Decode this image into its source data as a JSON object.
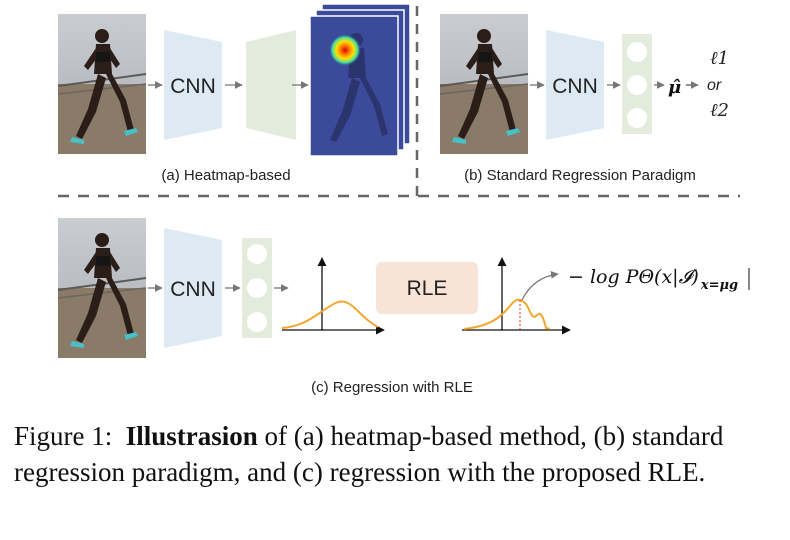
{
  "panel_a": {
    "cnn_label": "CNN",
    "caption": "(a) Heatmap-based"
  },
  "panel_b": {
    "cnn_label": "CNN",
    "caption": "(b) Standard Regression Paradigm",
    "mu_symbol": "μ̂",
    "loss_l1": "ℓ1",
    "or_text": "or",
    "loss_l2": "ℓ2"
  },
  "panel_c": {
    "cnn_label": "CNN",
    "rle_label": "RLE",
    "caption": "(c) Regression with RLE",
    "formula_text": "− log PΘ(x|𝓘)",
    "formula_subscript": "x=μg"
  },
  "caption": {
    "figure_prefix": "Figure 1:",
    "bold_word": "Illustrasion",
    "text": "of (a) heatmap-based method, (b) standard regression paradigm, and (c) regression with the proposed RLE."
  },
  "colors": {
    "cnn_fill": "#dde9f3",
    "green_fill": "#e3ecdc",
    "rle_fill": "#f8e3d7",
    "curve": "#f2a72c",
    "heatmap_bg": "#3b4a9a",
    "divider": "#666666"
  }
}
